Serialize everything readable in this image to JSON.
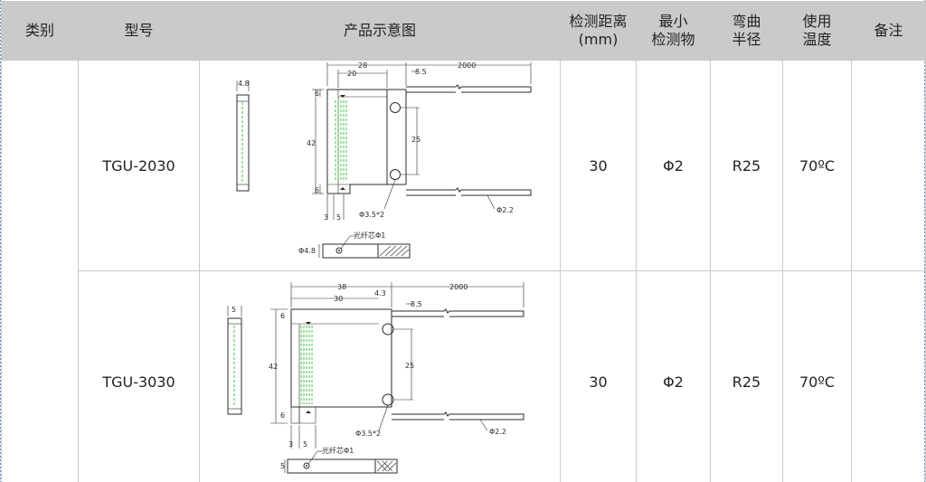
{
  "headers": {
    "category": "类别",
    "model": "型号",
    "diagram": "产品示意图",
    "distance_line1": "检测距离",
    "distance_line2": "(mm)",
    "min_object_line1": "最小",
    "min_object_line2": "检测物",
    "bend_line1": "弯曲",
    "bend_line2": "半径",
    "temp_line1": "使用",
    "temp_line2": "温度",
    "remark": "备注"
  },
  "rows": [
    {
      "category": "",
      "model": "TGU-2030",
      "distance": "30",
      "min_object": "Φ2",
      "bend_radius": "R25",
      "temperature": "70ºC",
      "remark": "",
      "dims": {
        "thickness": "4.8",
        "outer_width": "28",
        "inner_width": "20",
        "cable_length": "2000",
        "hole_offset": "8.5",
        "height": "42",
        "top_margin": "6",
        "bottom_margin": "6",
        "hole_spacing": "25",
        "left_a": "3",
        "left_b": "5",
        "hole_dia": "Φ3.5*2",
        "cable_dia": "Φ2.2",
        "fiber_label": "光纤芯Φ1",
        "end_dia": "Φ4.8"
      }
    },
    {
      "category": "",
      "model": "TGU-3030",
      "distance": "30",
      "min_object": "Φ2",
      "bend_radius": "R25",
      "temperature": "70ºC",
      "remark": "",
      "dims": {
        "thickness": "5",
        "outer_width": "38",
        "inner_width": "30",
        "inner_gap": "4.3",
        "cable_length": "2000",
        "hole_offset": "8.5",
        "height": "42",
        "top_margin": "6",
        "bottom_margin": "6",
        "hole_spacing": "25",
        "left_a": "3",
        "left_b": "5",
        "hole_dia": "Φ3.5*2",
        "cable_dia": "Φ2.2",
        "fiber_label": "光纤芯Φ1",
        "end_dim": "5"
      }
    }
  ]
}
